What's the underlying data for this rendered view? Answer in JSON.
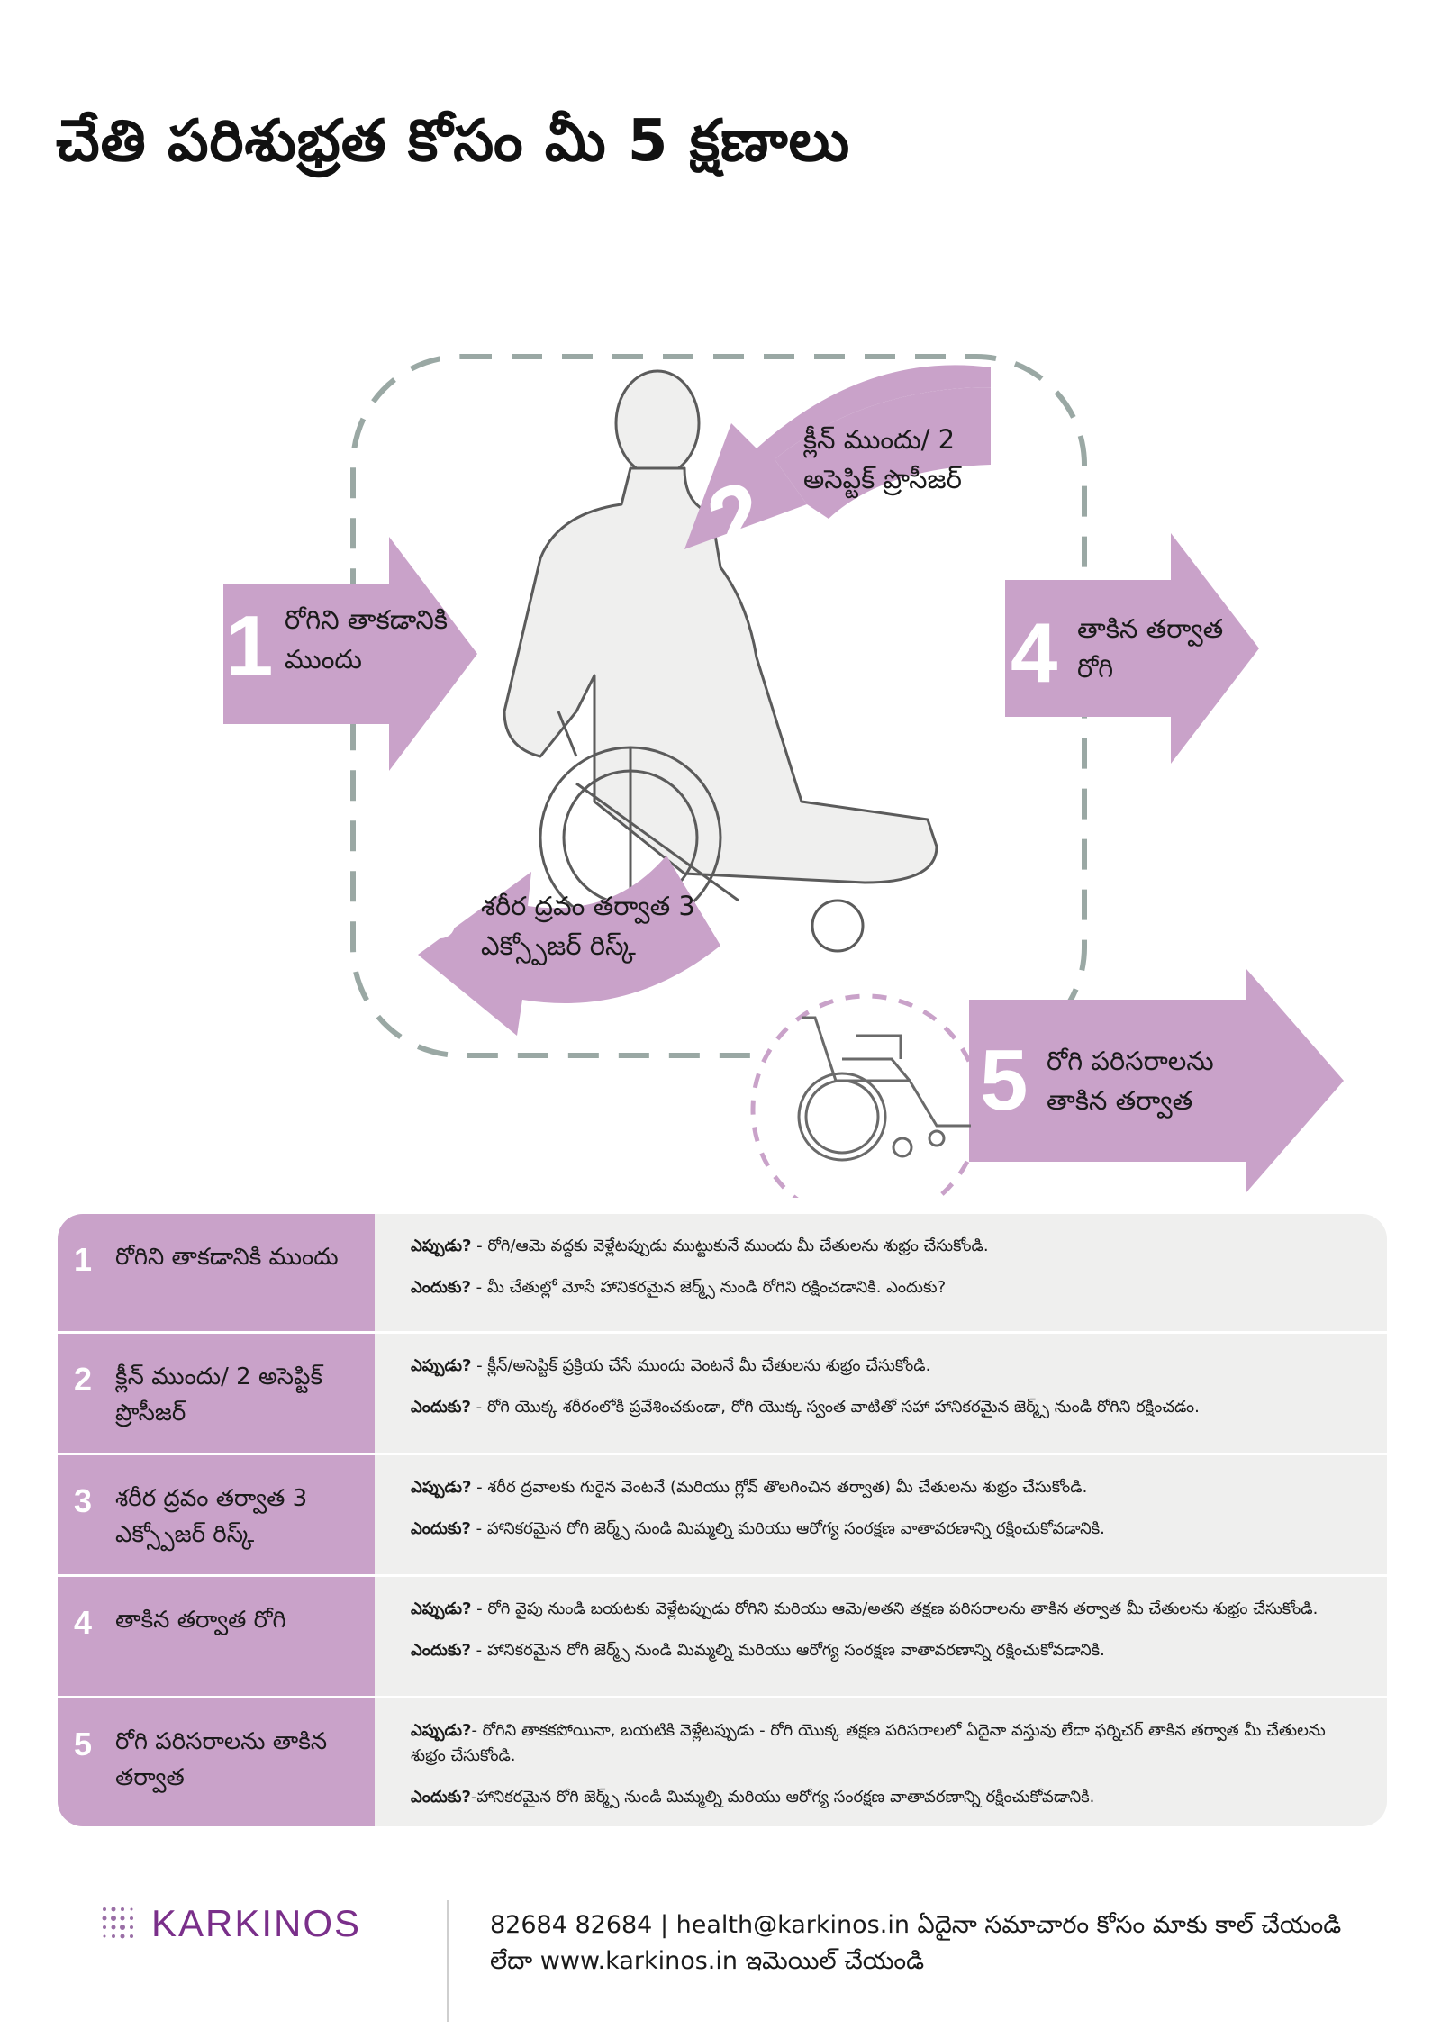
{
  "title": "చేతి పరిశుభ్రత కోసం మీ 5 క్షణాలు",
  "diagram": {
    "arrows": [
      {
        "num": "1",
        "text": "రోగిని తాకడానికి ముందు"
      },
      {
        "num": "2",
        "text": "క్లీన్ ముందు/ 2 అసెప్టిక్ ప్రొసీజర్"
      },
      {
        "num": "3",
        "text": "శరీర ద్రవం తర్వాత 3 ఎక్స్పోజర్ రిస్క్"
      },
      {
        "num": "4",
        "text": "తాకిన తర్వాత రోగి"
      },
      {
        "num": "5",
        "text": "రోగి పరిసరాలను తాకిన తర్వాత"
      }
    ],
    "icons": {
      "patient": "patient-in-wheelchair-icon",
      "wheelchair": "wheelchair-icon"
    },
    "colors": {
      "accent": "#c9a2c9",
      "silhouette": "#efefee",
      "dashed_border": "#9aa8a4",
      "dashed_circle": "#c9a2c9"
    }
  },
  "table": {
    "when_label": "ఎప్పుడు?",
    "why_label": "ఎందుకు?",
    "rows": [
      {
        "num": "1",
        "label": "రోగిని తాకడానికి ముందు",
        "when": " - రోగి/ఆమె వద్దకు వెళ్లేటప్పుడు ముట్టుకునే ముందు మీ చేతులను శుభ్రం చేసుకోండి.",
        "why": " - మీ చేతుల్లో మోసే హానికరమైన జెర్మ్స్ నుండి రోగిని రక్షించడానికి. ఎందుకు?"
      },
      {
        "num": "2",
        "label": "క్లీన్ ముందు/ 2 అసెప్టిక్ ప్రొసీజర్",
        "when": " - క్లీన్/అసెప్టిక్ ప్రక్రియ చేసే ముందు వెంటనే మీ చేతులను శుభ్రం చేసుకోండి.",
        "why": " - రోగి యొక్క శరీరంలోకి ప్రవేశించకుండా, రోగి యొక్క స్వంత వాటితో సహా హానికరమైన జెర్మ్స్ నుండి రోగిని రక్షించడం."
      },
      {
        "num": "3",
        "label": "శరీర ద్రవం తర్వాత 3 ఎక్స్పోజర్ రిస్క్",
        "when": " - శరీర ద్రవాలకు గురైన వెంటనే (మరియు గ్లోవ్ తొలగించిన తర్వాత) మీ చేతులను శుభ్రం చేసుకోండి.",
        "why": " - హానికరమైన రోగి జెర్మ్స్ నుండి మిమ్మల్ని మరియు ఆరోగ్య సంరక్షణ వాతావరణాన్ని రక్షించుకోవడానికి."
      },
      {
        "num": "4",
        "label": "తాకిన తర్వాత రోగి",
        "when": " - రోగి వైపు నుండి బయటకు వెళ్లేటప్పుడు రోగిని మరియు ఆమె/అతని తక్షణ పరిసరాలను తాకిన తర్వాత మీ చేతులను శుభ్రం చేసుకోండి.",
        "why": " - హానికరమైన రోగి జెర్మ్స్ నుండి మిమ్మల్ని మరియు ఆరోగ్య సంరక్షణ వాతావరణాన్ని రక్షించుకోవడానికి."
      },
      {
        "num": "5",
        "label": "రోగి పరిసరాలను తాకిన తర్వాత",
        "when": "- రోగిని తాకకపోయినా, బయటికి వెళ్లేటప్పుడు - రోగి యొక్క తక్షణ పరిసరాలలో ఏదైనా వస్తువు లేదా ఫర్నిచర్ తాకిన తర్వాత మీ చేతులను శుభ్రం చేసుకోండి.",
        "why": "-హానికరమైన రోగి జెర్మ్స్ నుండి మిమ్మల్ని మరియు ఆరోగ్య సంరక్షణ వాతావరణాన్ని రక్షించుకోవడానికి."
      }
    ]
  },
  "footer": {
    "logo_text": "KARKINOS",
    "logo_icon": "karkinos-dots-logo-icon",
    "brand_color": "#7a2f8a",
    "contact": "82684 82684 | health@karkinos.in ఏదైనా సమాచారం కోసం మాకు కాల్ చేయండి లేదా www.karkinos.in ఇమెయిల్ చేయండి"
  }
}
